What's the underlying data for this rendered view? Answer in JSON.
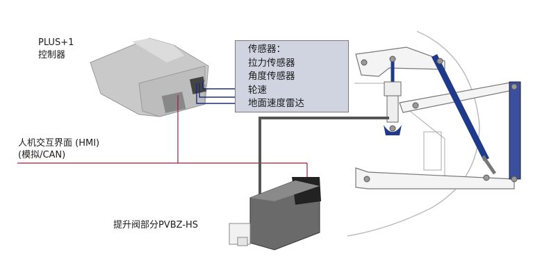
{
  "controller": {
    "name": "PLUS+1",
    "type": "控制器"
  },
  "sensors": {
    "title": "传感器：",
    "items": [
      "拉力传感器",
      "角度传感器",
      "轮速",
      "地面速度雷达"
    ]
  },
  "hmi": {
    "line1": "人机交互界面 (HMI)",
    "line2": "(模拟/CAN)"
  },
  "valve": {
    "label": "提升阀部分PVBZ-HS"
  },
  "colors": {
    "hmi_line": "#a01b3c",
    "sensor_line": "#1a2a7a",
    "valve_line": "#555555",
    "linkage": "#1f3a8a"
  }
}
